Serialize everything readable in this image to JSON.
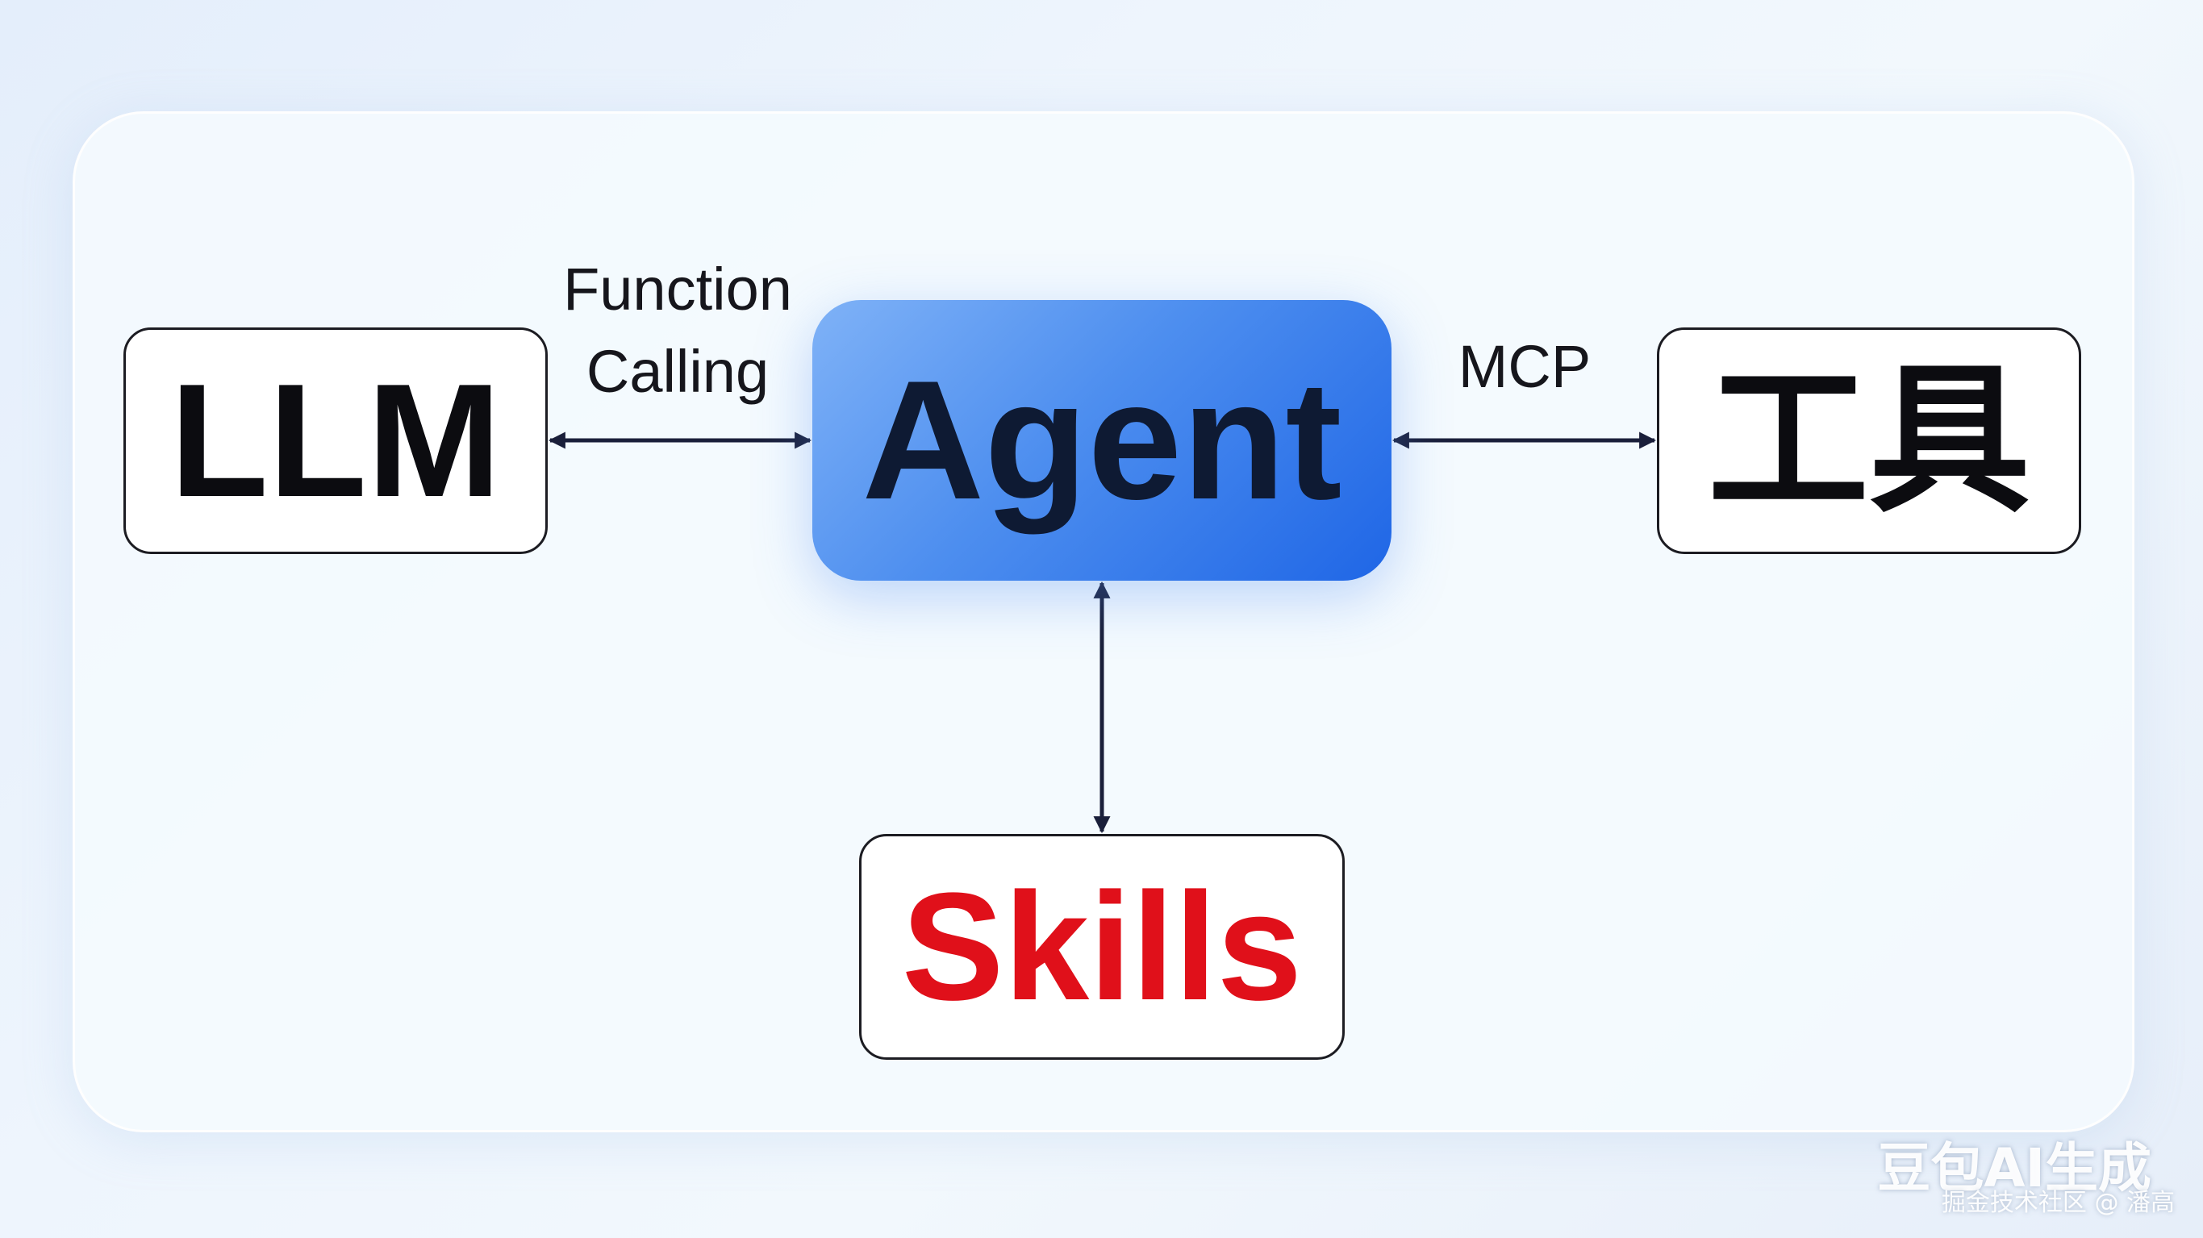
{
  "nodes": {
    "llm": "LLM",
    "agent": "Agent",
    "tools": "工具",
    "skills": "Skills"
  },
  "edges": {
    "llm_agent": "Function\nCalling",
    "agent_tools": "MCP",
    "agent_skills": ""
  },
  "watermark": {
    "main": "豆包AI生成",
    "sub": "掘金技术社区 @ 潘高"
  },
  "colors": {
    "agent_fill": "#3f82ef",
    "skills_text": "#e0101a",
    "arrow": "#1a1f3a",
    "background": "#eaf2fc"
  }
}
